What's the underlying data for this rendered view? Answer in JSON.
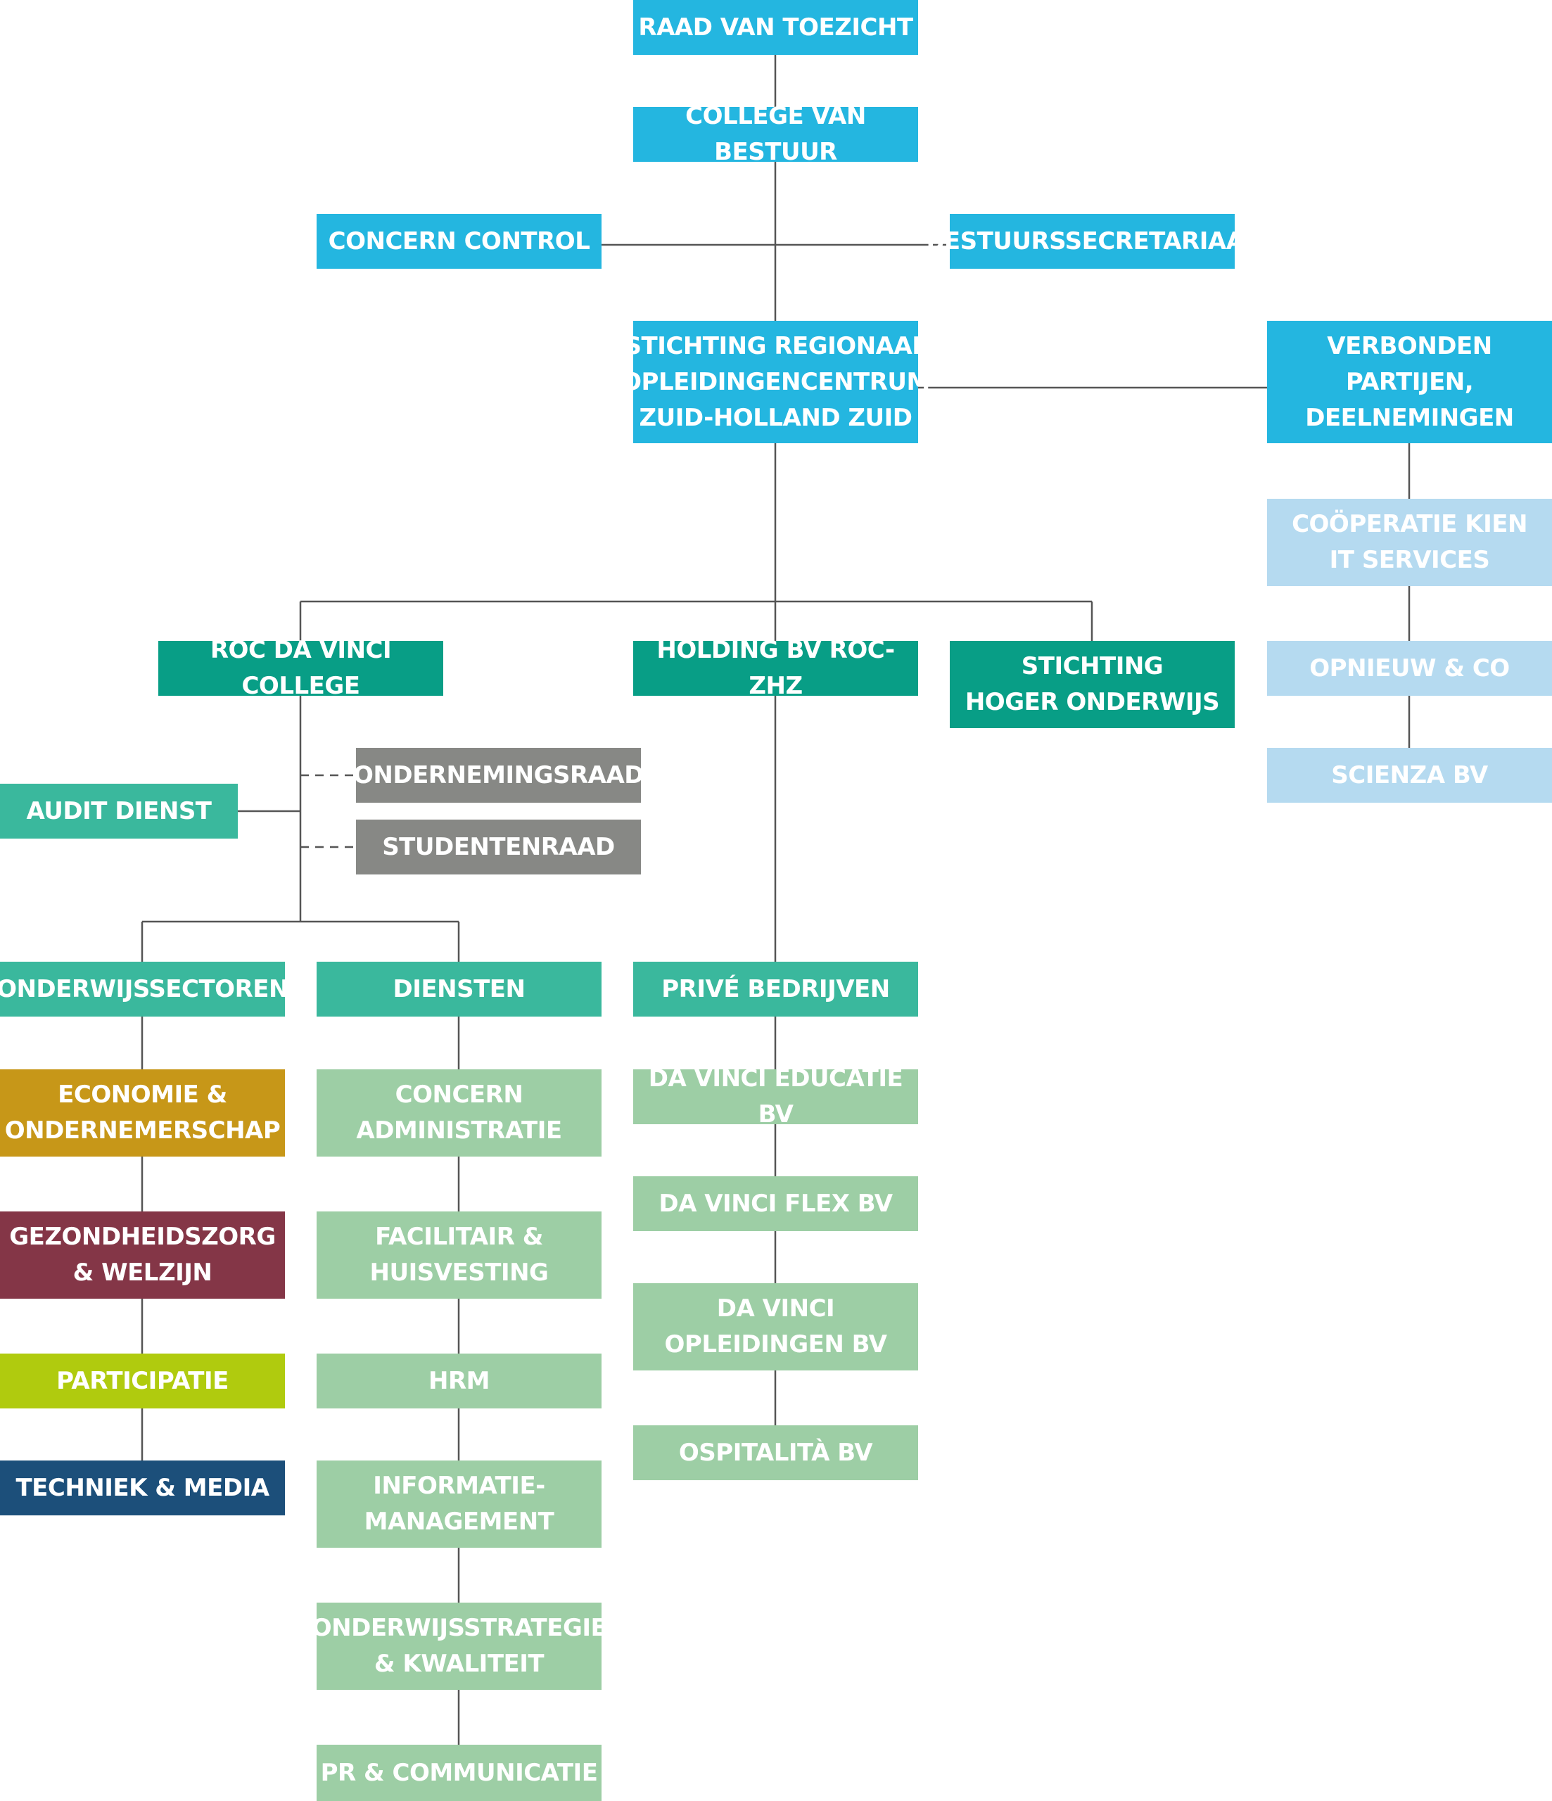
{
  "colors": {
    "blue": "#24b6e0",
    "light_blue": "#b5daf0",
    "teal": "#089e86",
    "teal_mid": "#3ab89d",
    "grey": "#878885",
    "light_green": "#9dcea5",
    "gold": "#c79718",
    "maroon": "#843647",
    "lime": "#b0cb0e",
    "navy": "#1c4f7a",
    "line": "#555555"
  },
  "nodes": {
    "raad": "RAAD VAN TOEZICHT",
    "college": "COLLEGE VAN BESTUUR",
    "concern_control": "CONCERN CONTROL",
    "bestuurssecretariaat": "BESTUURSSECRETARIAAT",
    "stichting_roc": "STICHTING REGIONAAL\nOPLEIDINGENCENTRUM\nZUID-HOLLAND ZUID",
    "verbonden": "VERBONDEN\nPARTIJEN,\nDEELNEMINGEN",
    "kien": "COÖPERATIE KIEN\nIT SERVICES",
    "opnieuw": "OPNIEUW & CO",
    "scienza": "SCIENZA BV",
    "roc_da_vinci": "ROC DA VINCI COLLEGE",
    "holding": "HOLDING BV ROC-ZHZ",
    "stichting_ho": "STICHTING\nHOGER ONDERWIJS",
    "ondernemingsraad": "ONDERNEMINGSRAAD",
    "studentenraad": "STUDENTENRAAD",
    "audit": "AUDIT DIENST",
    "onderwijssectoren": "ONDERWIJSSECTOREN",
    "diensten": "DIENSTEN",
    "prive": "PRIVÉ BEDRIJVEN",
    "economie": "ECONOMIE &\nONDERNEMERSCHAP",
    "gezondheid": "GEZONDHEIDSZORG\n& WELZIJN",
    "participatie": "PARTICIPATIE",
    "techniek": "TECHNIEK & MEDIA",
    "concern_admin": "CONCERN\nADMINISTRATIE",
    "facilitair": "FACILITAIR &\nHUISVESTING",
    "hrm": "HRM",
    "informatie": "INFORMATIE-\nMANAGEMENT",
    "onderwijsstrategie": "ONDERWIJSSTRATEGIE\n& KWALITEIT",
    "pr": "PR & COMMUNICATIE",
    "da_vinci_educatie": "DA VINCI EDUCATIE BV",
    "da_vinci_flex": "DA VINCI FLEX BV",
    "da_vinci_opleidingen": "DA VINCI\nOPLEIDINGEN BV",
    "ospitalita": "OSPITALITÀ BV"
  }
}
